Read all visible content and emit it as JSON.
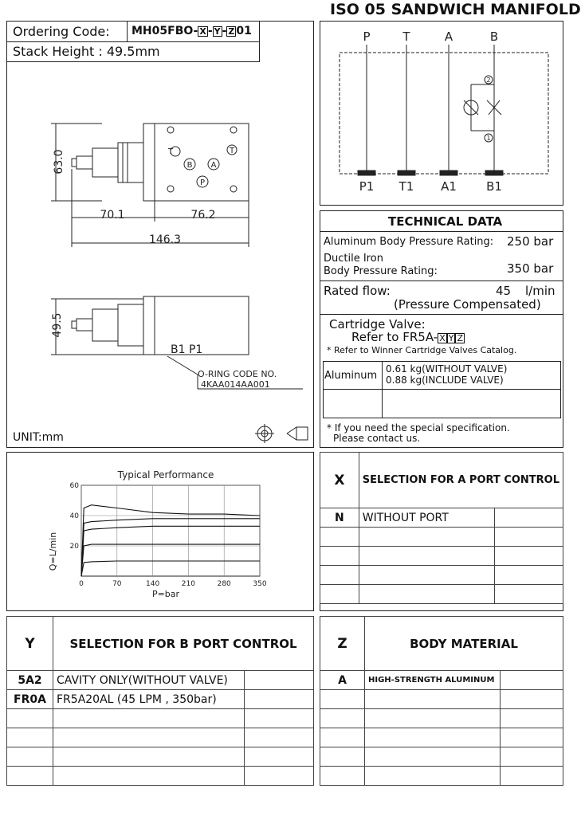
{
  "title": "ISO 05 SANDWICH MANIFOLD",
  "ordering": {
    "label": "Ordering Code:",
    "prefix": "MH05FBO-",
    "x": "X",
    "sep1": "-",
    "y": "Y",
    "sep2": "-",
    "z": "Z",
    "suffix": "01"
  },
  "stack_height": "Stack Height : 49.5mm",
  "drawing": {
    "height_top": "63.0",
    "dim_a": "70.1",
    "dim_b": "76.2",
    "dim_total": "146.3",
    "height_side": "49.5",
    "port_labels_side": "B1  P1",
    "oring_label": "O-RING CODE NO.",
    "oring_code": "4KAA014AA001",
    "unit": "UNIT:mm",
    "top_ports": [
      "T",
      "B",
      "A",
      "P",
      "T"
    ]
  },
  "schematic": {
    "top_ports": [
      "P",
      "T",
      "A",
      "B"
    ],
    "bottom_ports": [
      "P1",
      "T1",
      "A1",
      "B1"
    ],
    "markers": [
      "2",
      "1"
    ]
  },
  "technical": {
    "heading": "TECHNICAL DATA",
    "alu_label": "Aluminum Body Pressure Rating:",
    "alu_value": "250 bar",
    "ductile_label_1": "Ductile Iron",
    "ductile_label_2": "Body Pressure Rating:",
    "ductile_value": "350 bar",
    "flow_label": "Rated flow:",
    "flow_value": "45",
    "flow_unit": "l/min",
    "flow_note": "(Pressure Compensated)",
    "cartridge_label": "Cartridge Valve:",
    "cartridge_ref_prefix": "Refer to FR5A-",
    "cartridge_x": "X",
    "cartridge_y": "Y",
    "cartridge_z": "Z",
    "cartridge_note": "* Refer to Winner Cartridge Valves Catalog.",
    "weight_material": "Aluminum",
    "weight_1": "0.61  kg(WITHOUT VALVE)",
    "weight_2": "0.88  kg(INCLUDE VALVE)",
    "special_1": "* If you need the special specification.",
    "special_2": "Please contact us."
  },
  "chart_data": {
    "type": "line",
    "title": "Typical Performance",
    "xlabel": "P=bar",
    "ylabel": "Q=L/min",
    "xlim": [
      0,
      350
    ],
    "ylim": [
      0,
      60
    ],
    "xticks": [
      "0",
      "70",
      "140",
      "210",
      "280",
      "350"
    ],
    "yticks": [
      "20",
      "40",
      "60"
    ],
    "grid": true,
    "series": [
      {
        "x": [
          0,
          5,
          20,
          70,
          140,
          210,
          280,
          350
        ],
        "y": [
          0,
          45,
          47,
          45,
          42,
          41,
          41,
          40
        ]
      },
      {
        "x": [
          0,
          5,
          20,
          70,
          140,
          210,
          280,
          350
        ],
        "y": [
          0,
          35,
          36,
          37,
          38,
          38,
          38,
          38
        ]
      },
      {
        "x": [
          0,
          5,
          20,
          70,
          140,
          210,
          280,
          350
        ],
        "y": [
          0,
          30,
          31,
          32,
          33,
          33,
          33,
          33
        ]
      },
      {
        "x": [
          0,
          5,
          20,
          70,
          140,
          210,
          280,
          350
        ],
        "y": [
          0,
          20,
          21,
          21,
          21,
          21,
          21,
          21
        ]
      },
      {
        "x": [
          0,
          5,
          20,
          70,
          140,
          210,
          280,
          350
        ],
        "y": [
          0,
          9,
          9.5,
          10,
          10,
          10,
          10,
          10
        ]
      }
    ]
  },
  "x_table": {
    "code": "X",
    "heading": "SELECTION FOR A PORT CONTROL",
    "rows": [
      {
        "code": "N",
        "desc": "WITHOUT PORT"
      },
      {
        "code": "",
        "desc": ""
      },
      {
        "code": "",
        "desc": ""
      },
      {
        "code": "",
        "desc": ""
      },
      {
        "code": "",
        "desc": ""
      }
    ]
  },
  "y_table": {
    "code": "Y",
    "heading": "SELECTION FOR B PORT CONTROL",
    "rows": [
      {
        "code": "5A2",
        "desc": "CAVITY ONLY(WITHOUT VALVE)"
      },
      {
        "code": "FR0A",
        "desc": "FR5A20AL (45 LPM , 350bar)"
      },
      {
        "code": "",
        "desc": ""
      },
      {
        "code": "",
        "desc": ""
      },
      {
        "code": "",
        "desc": ""
      },
      {
        "code": "",
        "desc": ""
      }
    ]
  },
  "z_table": {
    "code": "Z",
    "heading": "BODY MATERIAL",
    "rows": [
      {
        "code": "A",
        "desc": "HIGH-STRENGTH ALUMINUM"
      },
      {
        "code": "",
        "desc": ""
      },
      {
        "code": "",
        "desc": ""
      },
      {
        "code": "",
        "desc": ""
      },
      {
        "code": "",
        "desc": ""
      },
      {
        "code": "",
        "desc": ""
      }
    ]
  }
}
